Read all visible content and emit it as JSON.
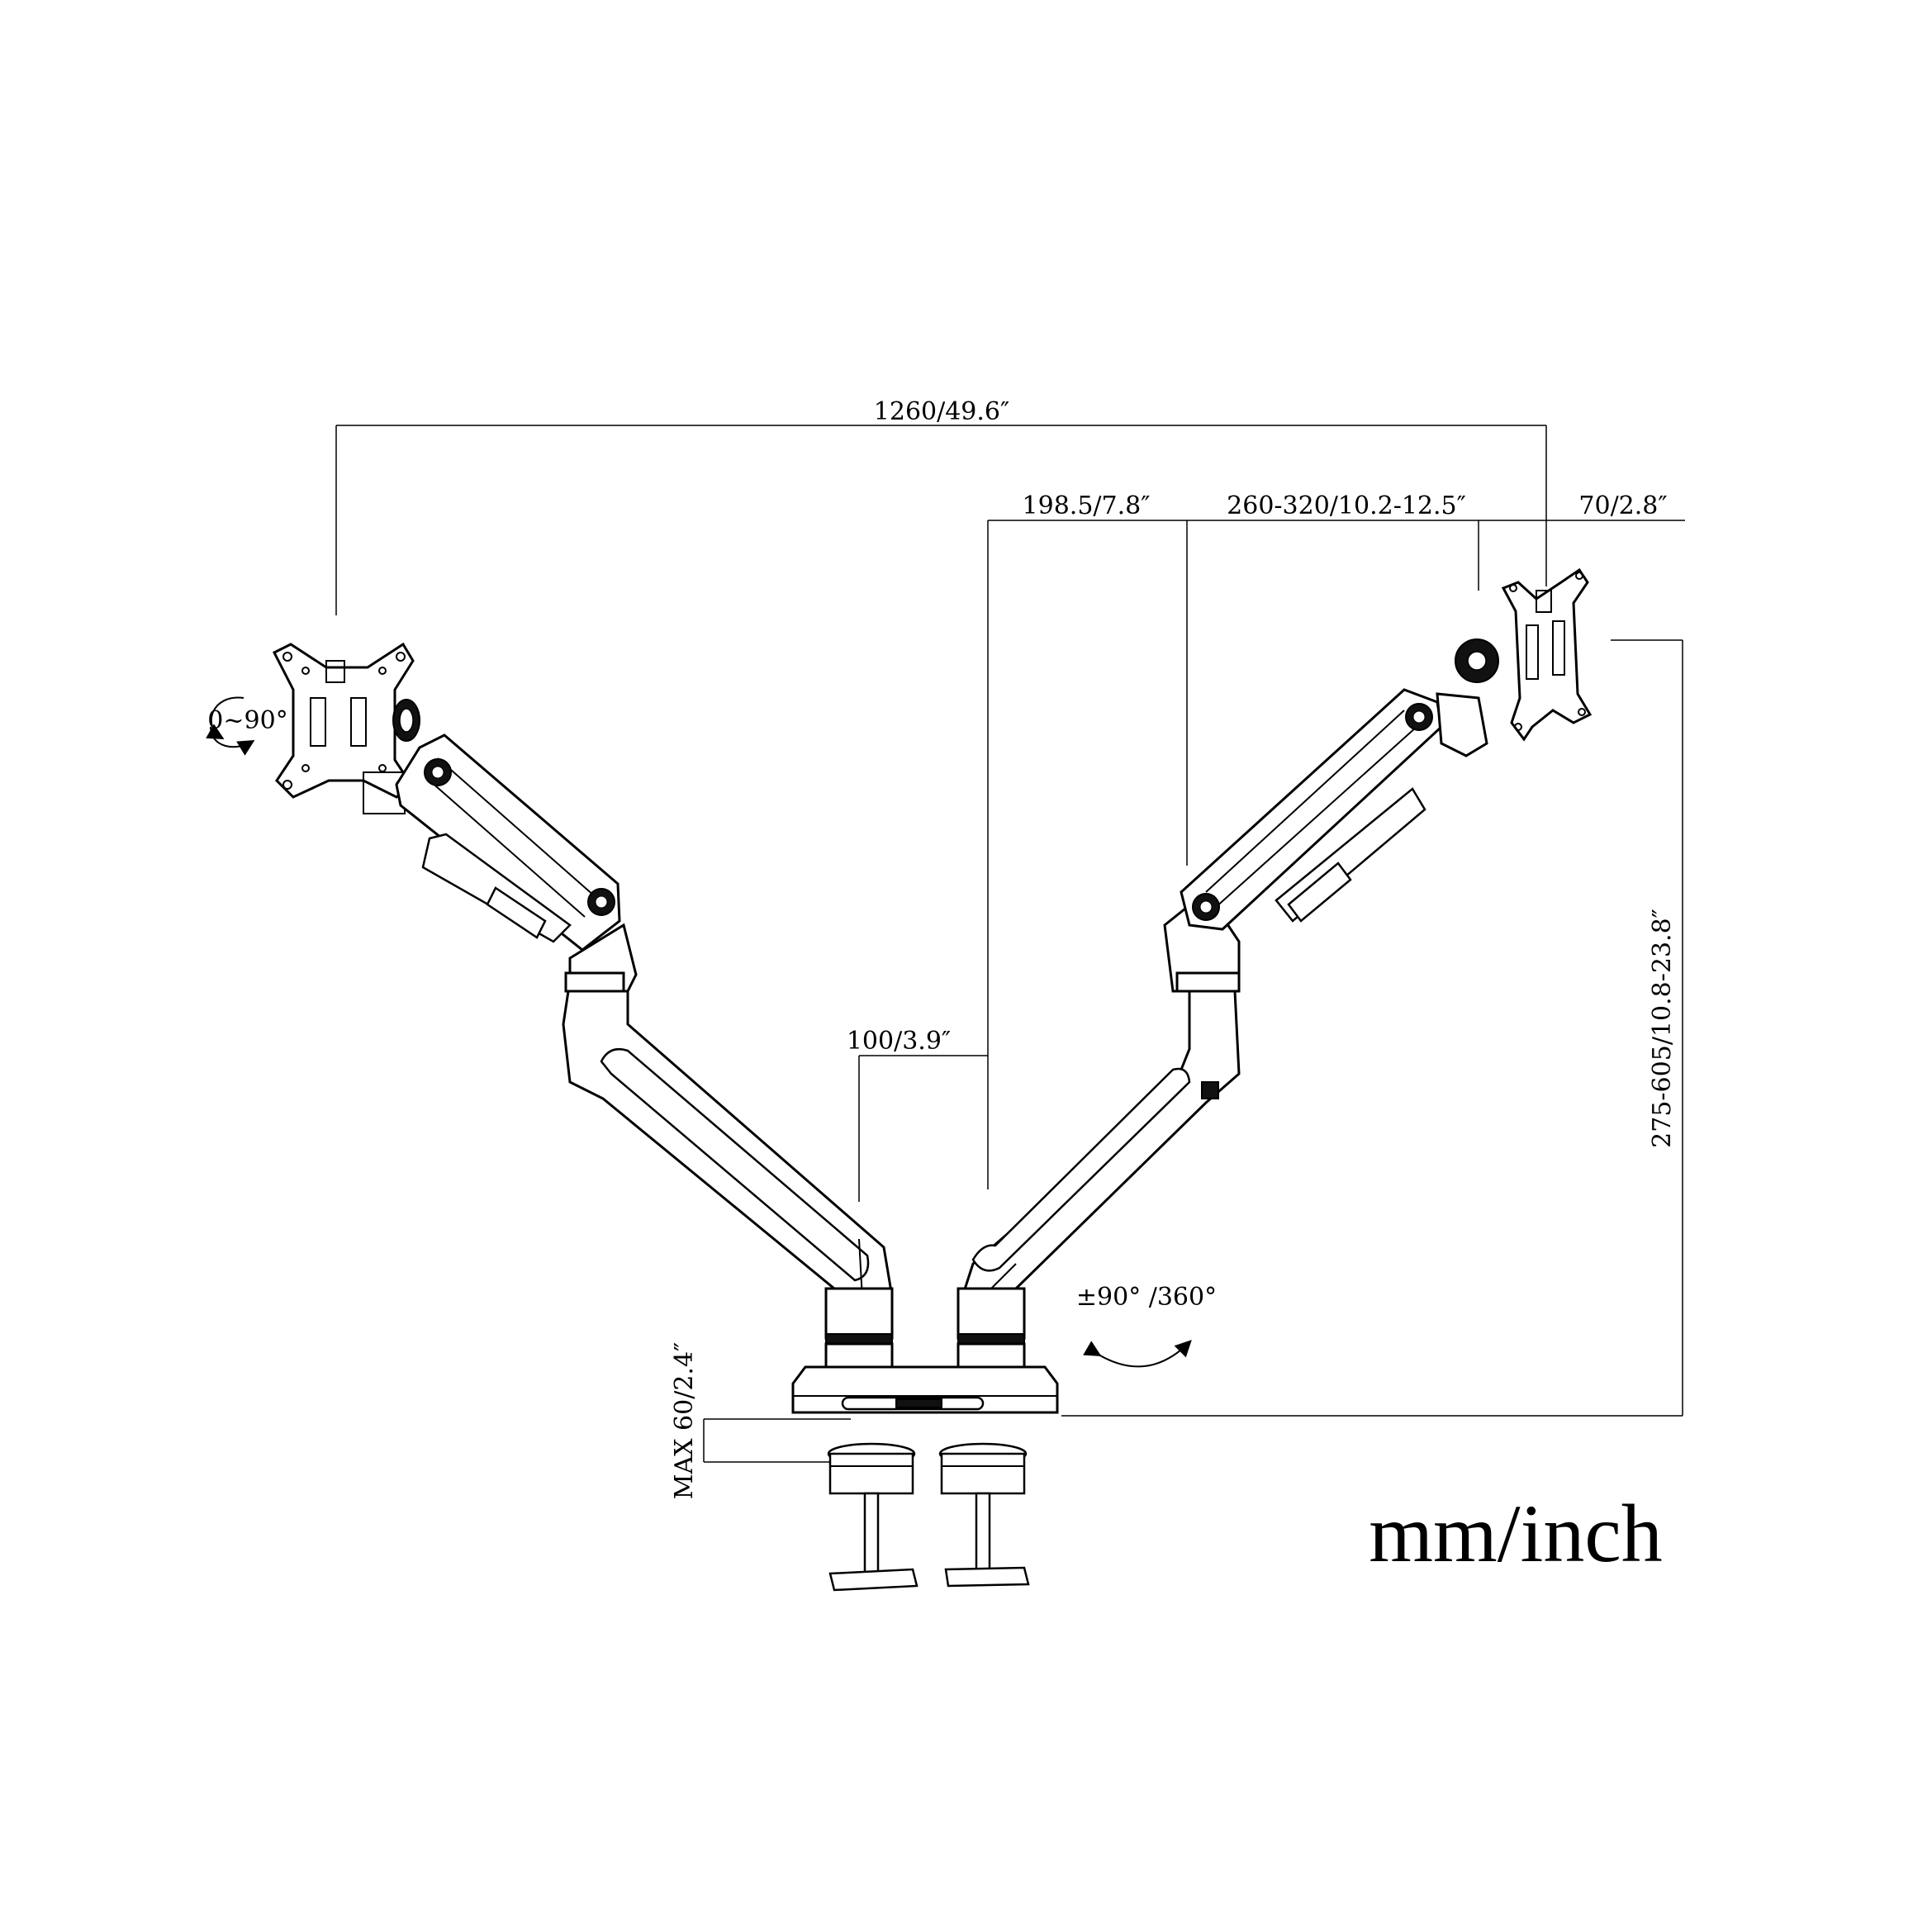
{
  "labels": {
    "overall_width": "1260/49.6″",
    "pole_offset": "198.5/7.8″",
    "arm_length": "260-320/10.2-12.5″",
    "vesa_offset": "70/2.8″",
    "height_range": "275-605/10.8-23.8″",
    "base_offset": "100/3.9″",
    "tilt": "0~90°",
    "rotation": "±90° /360°",
    "desk_thickness": "MAX 60/2.4″",
    "units": "mm/inch"
  }
}
